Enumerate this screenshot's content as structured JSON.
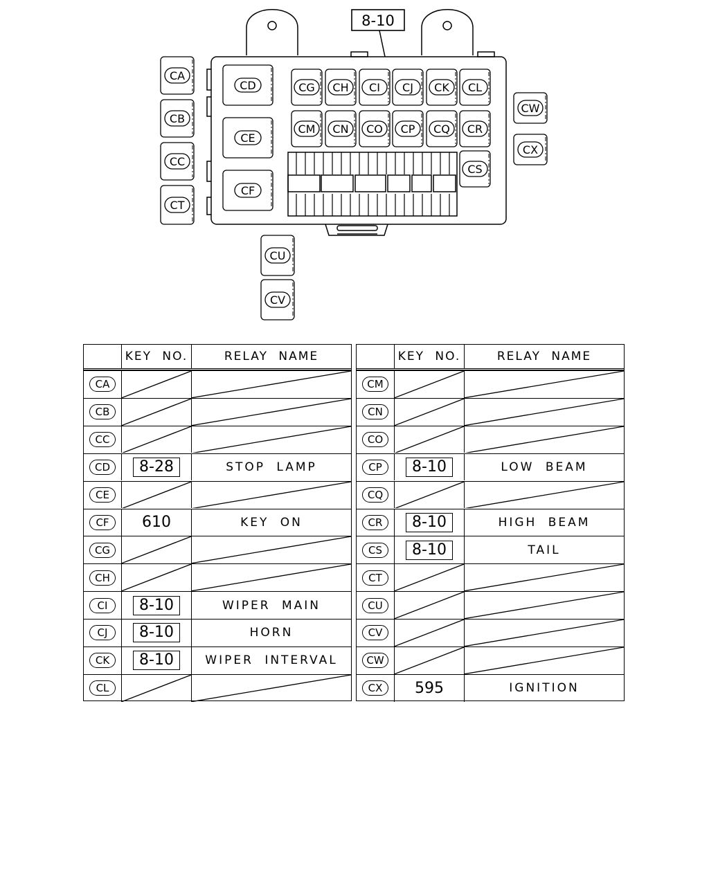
{
  "main_label": "8-10",
  "diagram_labels": {
    "CA": "CA",
    "CB": "CB",
    "CC": "CC",
    "CT": "CT",
    "CD": "CD",
    "CE": "CE",
    "CF": "CF",
    "CG": "CG",
    "CH": "CH",
    "CI": "CI",
    "CJ": "CJ",
    "CK": "CK",
    "CL": "CL",
    "CM": "CM",
    "CN": "CN",
    "CO": "CO",
    "CP": "CP",
    "CQ": "CQ",
    "CR": "CR",
    "CS": "CS",
    "CW": "CW",
    "CX": "CX",
    "CU": "CU",
    "CV": "CV"
  },
  "table": {
    "headers": {
      "key": "KEY NO.",
      "relay": "RELAY NAME"
    },
    "left_rows": [
      {
        "id": "CA",
        "key": "",
        "key_boxed": false,
        "name": ""
      },
      {
        "id": "CB",
        "key": "",
        "key_boxed": false,
        "name": ""
      },
      {
        "id": "CC",
        "key": "",
        "key_boxed": false,
        "name": ""
      },
      {
        "id": "CD",
        "key": "8-28",
        "key_boxed": true,
        "name": "STOP LAMP"
      },
      {
        "id": "CE",
        "key": "",
        "key_boxed": false,
        "name": ""
      },
      {
        "id": "CF",
        "key": "610",
        "key_boxed": false,
        "name": "KEY ON"
      },
      {
        "id": "CG",
        "key": "",
        "key_boxed": false,
        "name": ""
      },
      {
        "id": "CH",
        "key": "",
        "key_boxed": false,
        "name": ""
      },
      {
        "id": "CI",
        "key": "8-10",
        "key_boxed": true,
        "name": "WIPER MAIN"
      },
      {
        "id": "CJ",
        "key": "8-10",
        "key_boxed": true,
        "name": "HORN"
      },
      {
        "id": "CK",
        "key": "8-10",
        "key_boxed": true,
        "name": "WIPER INTERVAL"
      },
      {
        "id": "CL",
        "key": "",
        "key_boxed": false,
        "name": ""
      }
    ],
    "right_rows": [
      {
        "id": "CM",
        "key": "",
        "key_boxed": false,
        "name": ""
      },
      {
        "id": "CN",
        "key": "",
        "key_boxed": false,
        "name": ""
      },
      {
        "id": "CO",
        "key": "",
        "key_boxed": false,
        "name": ""
      },
      {
        "id": "CP",
        "key": "8-10",
        "key_boxed": true,
        "name": "LOW BEAM"
      },
      {
        "id": "CQ",
        "key": "",
        "key_boxed": false,
        "name": ""
      },
      {
        "id": "CR",
        "key": "8-10",
        "key_boxed": true,
        "name": "HIGH BEAM"
      },
      {
        "id": "CS",
        "key": "8-10",
        "key_boxed": true,
        "name": "TAIL"
      },
      {
        "id": "CT",
        "key": "",
        "key_boxed": false,
        "name": ""
      },
      {
        "id": "CU",
        "key": "",
        "key_boxed": false,
        "name": ""
      },
      {
        "id": "CV",
        "key": "",
        "key_boxed": false,
        "name": ""
      },
      {
        "id": "CW",
        "key": "",
        "key_boxed": false,
        "name": ""
      },
      {
        "id": "CX",
        "key": "595",
        "key_boxed": false,
        "name": "IGNITION"
      }
    ]
  }
}
